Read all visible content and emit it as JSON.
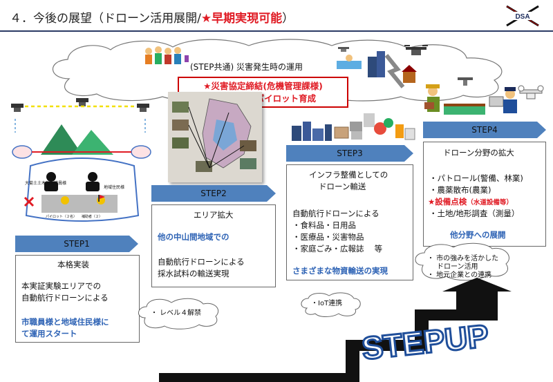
{
  "header": {
    "title_prefix": "４．今後の展望（ドローン活用展開/",
    "title_highlight": "★早期実現可能",
    "title_suffix": "）",
    "logo_text": "DSA"
  },
  "cloud": {
    "text": "(STEP共通) 災害発生時の運用"
  },
  "red_box": {
    "line1": "★災害協定締結(危機管理課様)",
    "line2": "★職員教育/パイロット育成"
  },
  "step1": {
    "label": "STEP1",
    "image_labels": {
      "left": "大菊土土木調課職員様",
      "right": "地域住民様",
      "pilot": "パイロット（２名）",
      "assist": "補助者（２）"
    },
    "heading": "本格実装",
    "line1": "本実証実験エリアでの",
    "line2": "自動航行ドローンによる",
    "blue1": "市職員様と地域住民様に",
    "blue2": "て運用スタート",
    "bubble": "・ レベル４解禁"
  },
  "step2": {
    "label": "STEP2",
    "heading": "エリア拡大",
    "blue1": "他の中山間地域での",
    "line1": "自動航行ドローンによる",
    "line2": "採水試料の輸送実現"
  },
  "step3": {
    "label": "STEP3",
    "heading1": "インフラ整備としての",
    "heading2": "ドローン輸送",
    "line1": "自動航行ドローンによる",
    "item1": "・食料品・日用品",
    "item2": "・医療品・災害物品",
    "item3": "・家庭ごみ・広報誌　 等",
    "blue1": "さまざまな物資輸送の実現",
    "bubble": "・IoT連携"
  },
  "step4": {
    "label": "STEP4",
    "heading": "ドローン分野の拡大",
    "item1": "・パトロール(警備、林業)",
    "item2": "・農薬散布(農業)",
    "item3_red": "★設備点検",
    "item3_red_small": "（水道設備等）",
    "item4": "・土地/地形調査（測量）",
    "blue1": "他分野への展開",
    "bubble1": "・ 市の強みを活かした",
    "bubble1b": "ドローン活用",
    "bubble2": "・ 地元企業との連携"
  },
  "stepup": {
    "text": "STEPUP"
  },
  "colors": {
    "accent_red": "#e01b24",
    "accent_blue": "#2e63b5",
    "step_arrow": "#4f81bd",
    "header_line": "#2a3a64"
  }
}
